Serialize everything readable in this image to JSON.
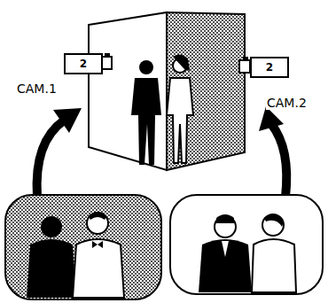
{
  "diagram": {
    "nodes": [
      {
        "text": [
          "2"
        ]
      },
      {
        "text": [
          "2"
        ]
      }
    ],
    "labels": [
      "CAM.1",
      "CAM.2"
    ]
  }
}
